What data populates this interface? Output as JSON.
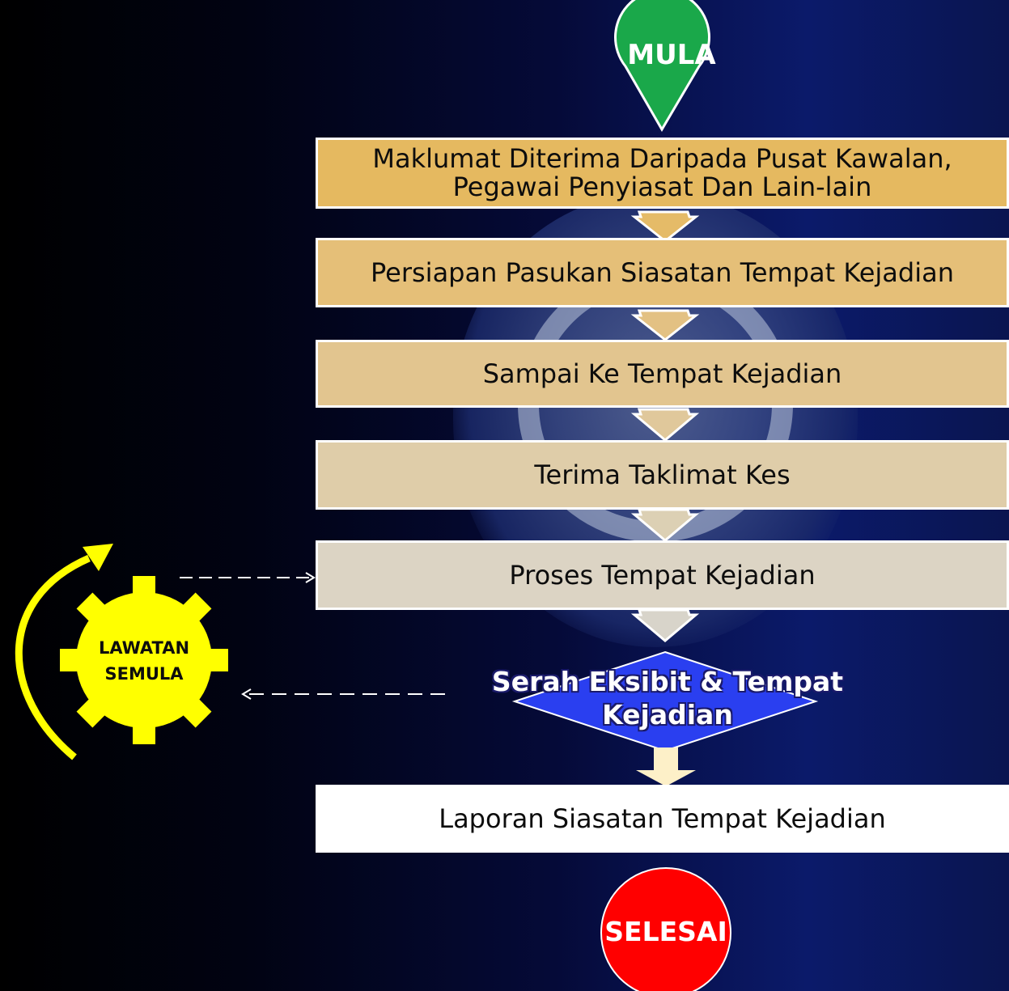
{
  "start": {
    "label": "MULA",
    "color": "#1aa84a"
  },
  "end": {
    "label": "SELESAI",
    "color": "#ff0000"
  },
  "steps": [
    {
      "line1": "Maklumat Diterima Daripada Pusat Kawalan,",
      "line2": "Pegawai Penyiasat Dan Lain-lain",
      "color": "#e5b960"
    },
    {
      "text": "Persiapan Pasukan Siasatan Tempat Kejadian",
      "color": "#e5bf78"
    },
    {
      "text": "Sampai Ke Tempat Kejadian",
      "color": "#e2c58f"
    },
    {
      "text": "Terima Taklimat Kes",
      "color": "#dfcda9"
    },
    {
      "text": "Proses Tempat Kejadian",
      "color": "#dcd4c4"
    }
  ],
  "decision": {
    "line1": "Serah Eksibit & Tempat",
    "line2": "Kejadian",
    "color": "#2a3ff0"
  },
  "report": {
    "text": "Laporan Siasatan Tempat Kejadian",
    "color": "#ffffff"
  },
  "gear": {
    "line1": "LAWATAN",
    "line2": "SEMULA",
    "color": "#ffff00"
  }
}
